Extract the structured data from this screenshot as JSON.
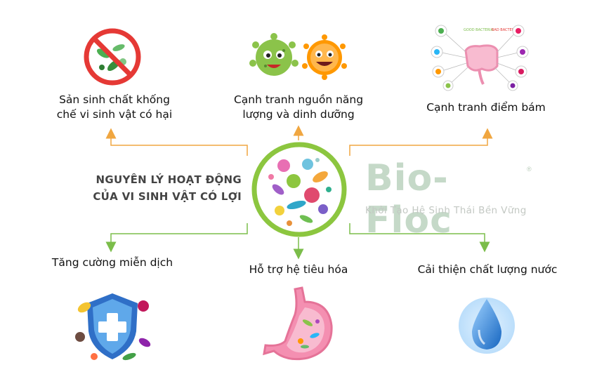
{
  "center": {
    "title_line1": "NGUYÊN LÝ HOẠT ĐỘNG",
    "title_line2": "CỦA VI SINH VẬT CÓ LỢI"
  },
  "brand": {
    "name": "Bio-Floc",
    "registered": "®",
    "tagline": "Khởi Tạo Hệ Sinh Thái Bền Vững"
  },
  "nodes": {
    "top_left": {
      "line1": "Sản sinh chất khống",
      "line2": "chế vi sinh vật có hại"
    },
    "top_center": {
      "line1": "Cạnh tranh nguồn năng",
      "line2": "lượng và dinh dưỡng"
    },
    "top_right": {
      "line1": "Cạnh tranh điểm bám"
    },
    "bottom_left": {
      "line1": "Tăng cường miễn dịch"
    },
    "bottom_center": {
      "line1": "Hỗ trợ hệ tiêu hóa"
    },
    "bottom_right": {
      "line1": "Cải thiện chất lượng nước"
    }
  },
  "gut_diagram": {
    "good_label": "GOOD BACTERIA",
    "bad_label": "BAD BACTERIA"
  },
  "colors": {
    "orange": "#f0a640",
    "green": "#7bbd4a",
    "water": "#3b8ed8",
    "prohibit": "#e53935"
  }
}
